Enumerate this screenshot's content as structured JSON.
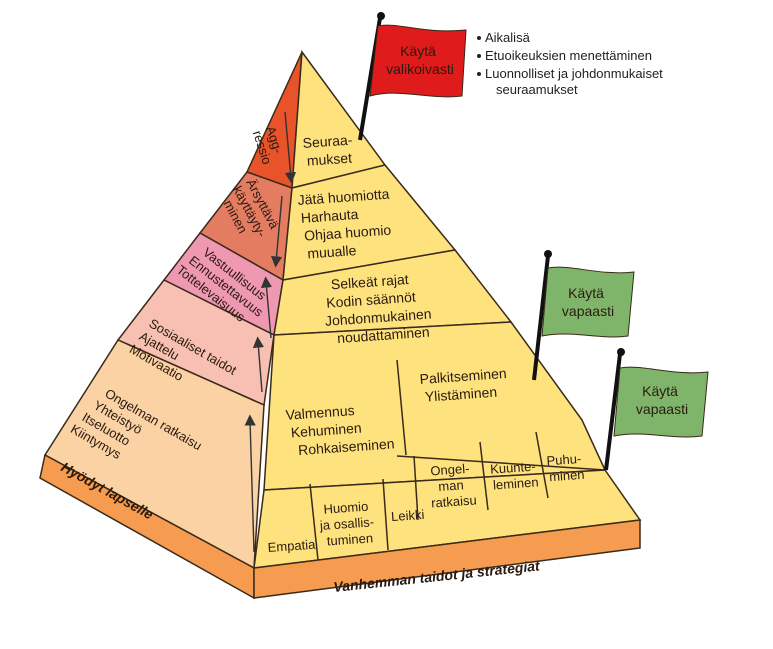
{
  "flags": {
    "red": {
      "lines": [
        "Käytä",
        "valikoivasti"
      ],
      "color": "#e01b1b"
    },
    "green1": {
      "lines": [
        "Käytä",
        "vapaasti"
      ],
      "color": "#7fb56a"
    },
    "green2": {
      "lines": [
        "Käytä",
        "vapaasti"
      ],
      "color": "#7fb56a"
    }
  },
  "bullets": [
    {
      "lines": [
        "Aikalisä"
      ]
    },
    {
      "lines": [
        "Etuoikeuksien menettäminen"
      ]
    },
    {
      "lines": [
        "Luonnolliset ja johdonmukaiset",
        "seuraamukset"
      ]
    }
  ],
  "right_face": {
    "level1": [
      "Seuraa-",
      "mukset"
    ],
    "level2": [
      "Jätä huomiotta",
      "Harhauta",
      "Ohjaa huomio",
      "muualle"
    ],
    "level3": [
      "Selkeät rajat",
      "Kodin säännöt",
      "Johdonmukainen",
      "noudattaminen"
    ],
    "level4_left": [
      "Valmennus",
      "Kehuminen",
      "Rohkaiseminen"
    ],
    "level4_right": [
      "Palkitseminen",
      "Ylistäminen"
    ],
    "level4_small": [
      {
        "lines": [
          "Ongel-",
          "man",
          "ratkaisu"
        ]
      },
      {
        "lines": [
          "Kuunte-",
          "leminen"
        ]
      },
      {
        "lines": [
          "Puhu-",
          "minen"
        ]
      }
    ],
    "level5": [
      {
        "lines": [
          "Empatia"
        ]
      },
      {
        "lines": [
          "Huomio",
          "ja osallis-",
          "tuminen"
        ]
      },
      {
        "lines": [
          "Leikki"
        ]
      }
    ]
  },
  "left_face": {
    "level1": [
      "Agg-",
      "ressio"
    ],
    "level2": [
      "Ärsyttävä",
      "käyttäyty-",
      "minen"
    ],
    "level3": [
      "Vastuullisuus",
      "Ennustettavuus",
      "Tottelevaisuus"
    ],
    "level4": [
      "Sosiaaliset taidot",
      "Ajattelu",
      "Motivaatio"
    ],
    "level5": [
      "Ongelman ratkaisu",
      "Yhteistyö",
      "Itseluotto",
      "Kiintymys"
    ]
  },
  "base_left": "Hyödyt lapselle",
  "base_right": "Vanhemman taidot ja strategiat"
}
